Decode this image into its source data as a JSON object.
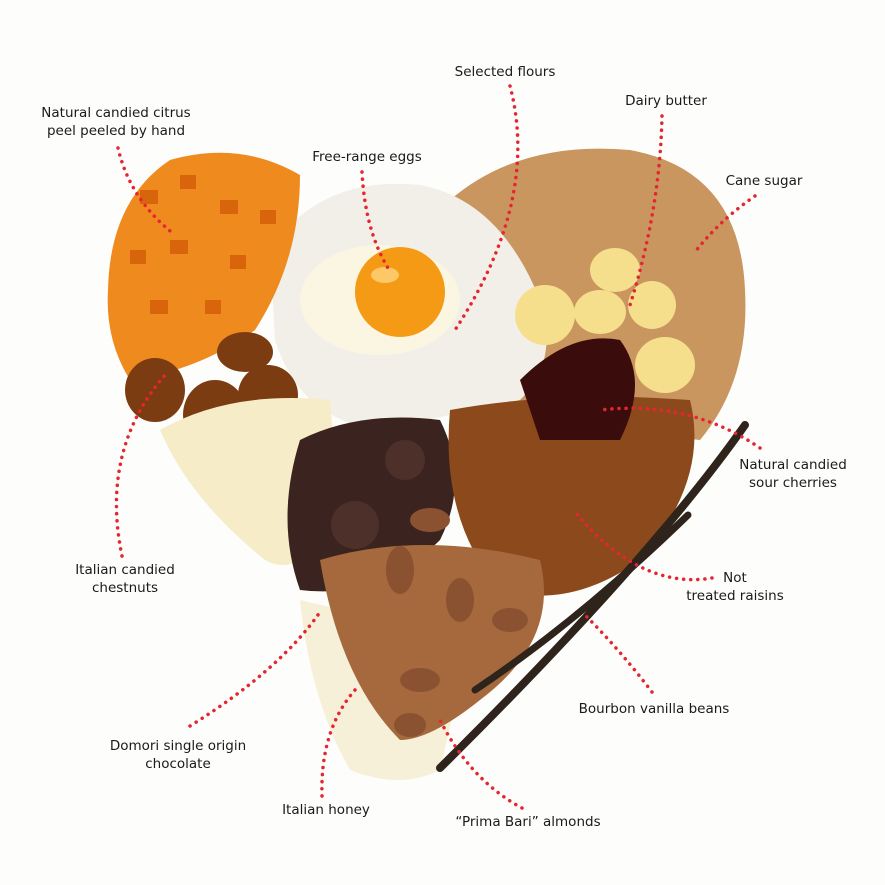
{
  "labels": {
    "citrus": [
      "Natural candied citrus",
      "peel peeled by hand"
    ],
    "eggs": "Free-range eggs",
    "flours": "Selected flours",
    "butter": "Dairy butter",
    "sugar": "Cane sugar",
    "cherries": [
      "Natural candied",
      "sour cherries"
    ],
    "chestnuts": [
      "Italian candied",
      "chestnuts"
    ],
    "raisins": [
      "Not",
      "treated raisins"
    ],
    "vanilla": "Bourbon vanilla beans",
    "chocolate": [
      "Domori single origin",
      "chocolate"
    ],
    "honey": "Italian honey",
    "almonds": "“Prima Bari” almonds"
  },
  "colors": {
    "leader": "#e52530",
    "citrus": "#ef8a1e",
    "flour": "#f4f2ee",
    "sugar": "#c99660",
    "yolk": "#f59a14",
    "butter": "#f5df8c",
    "white_chocolate": "#f6ecc8",
    "dark_chocolate": "#3b2420",
    "raisins": "#8c4a1c",
    "cherries": "#3a0c0c",
    "almonds": "#a5693d",
    "honey": "#f7f0d8",
    "chestnut": "#7c3c12",
    "vanilla": "#2e241c"
  }
}
